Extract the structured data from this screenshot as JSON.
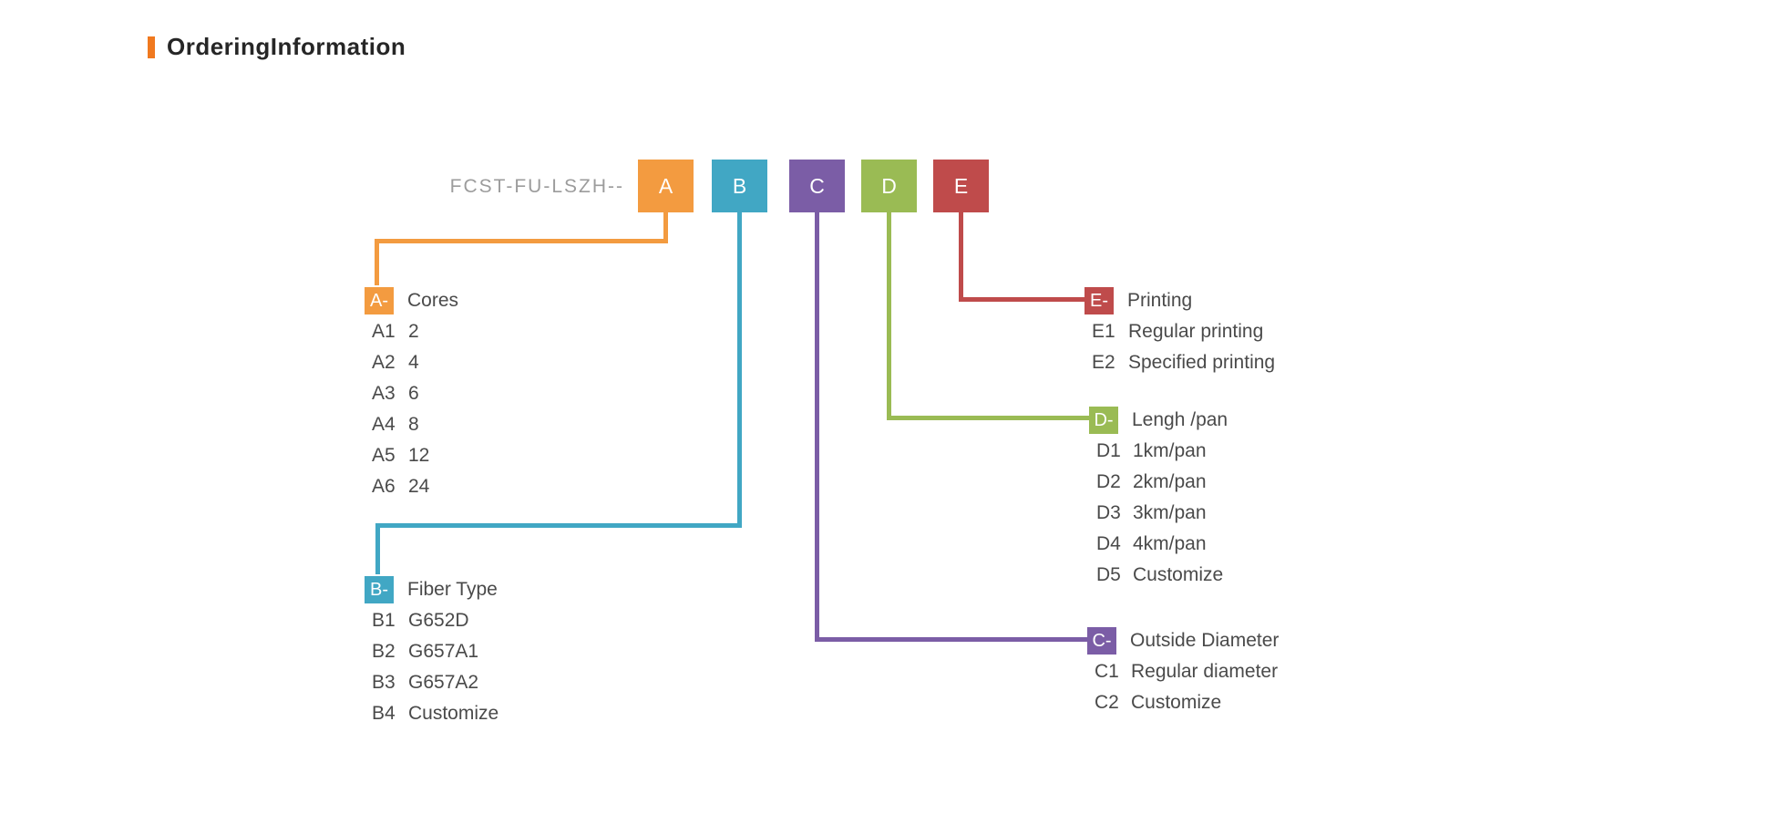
{
  "header": {
    "title": "OrderingInformation",
    "accent_color": "#f0791f"
  },
  "diagram": {
    "code_prefix": "FCST-FU-LSZH--",
    "boxes": [
      {
        "label": "A",
        "color": "#f39b40"
      },
      {
        "label": "B",
        "color": "#41a7c4"
      },
      {
        "label": "C",
        "color": "#7b5da6"
      },
      {
        "label": "D",
        "color": "#9abb54"
      },
      {
        "label": "E",
        "color": "#bf4b4b"
      }
    ]
  },
  "sections": [
    {
      "chip": "A-",
      "title": "Cores",
      "color": "#f39b40",
      "items": [
        {
          "code": "A1",
          "value": "2"
        },
        {
          "code": "A2",
          "value": "4"
        },
        {
          "code": "A3",
          "value": "6"
        },
        {
          "code": "A4",
          "value": "8"
        },
        {
          "code": "A5",
          "value": "12"
        },
        {
          "code": "A6",
          "value": "24"
        }
      ]
    },
    {
      "chip": "B-",
      "title": "Fiber Type",
      "color": "#41a7c4",
      "items": [
        {
          "code": "B1",
          "value": "G652D"
        },
        {
          "code": "B2",
          "value": "G657A1"
        },
        {
          "code": "B3",
          "value": "G657A2"
        },
        {
          "code": "B4",
          "value": "Customize"
        }
      ]
    },
    {
      "chip": "C-",
      "title": "Outside Diameter",
      "color": "#7b5da6",
      "items": [
        {
          "code": "C1",
          "value": "Regular diameter"
        },
        {
          "code": "C2",
          "value": "Customize"
        }
      ]
    },
    {
      "chip": "D-",
      "title": "Lengh /pan",
      "color": "#9abb54",
      "items": [
        {
          "code": "D1",
          "value": "1km/pan"
        },
        {
          "code": "D2",
          "value": "2km/pan"
        },
        {
          "code": "D3",
          "value": "3km/pan"
        },
        {
          "code": "D4",
          "value": "4km/pan"
        },
        {
          "code": "D5",
          "value": "Customize"
        }
      ]
    },
    {
      "chip": "E-",
      "title": "Printing",
      "color": "#bf4b4b",
      "items": [
        {
          "code": "E1",
          "value": "Regular printing"
        },
        {
          "code": "E2",
          "value": "Specified printing"
        }
      ]
    }
  ]
}
